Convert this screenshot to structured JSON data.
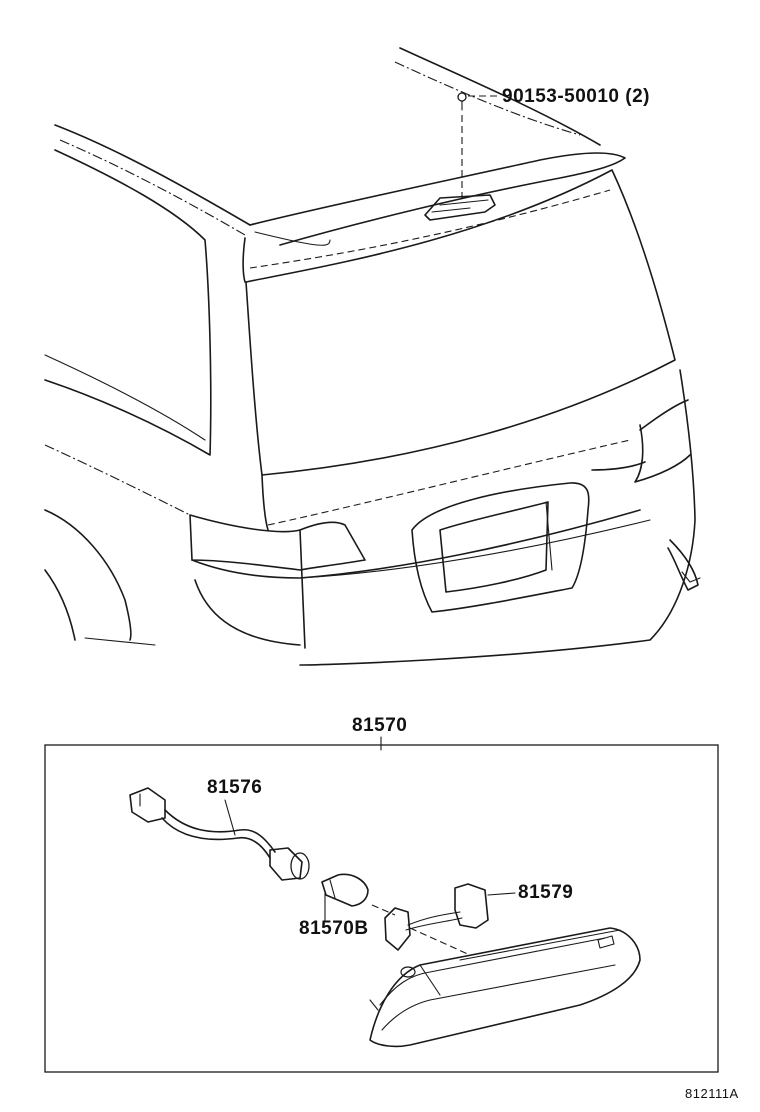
{
  "labels": {
    "screw_part": "90153-50010",
    "screw_qty": "(2)",
    "assembly": "81570",
    "wire_harness": "81576",
    "bulb": "81570B",
    "socket_bracket": "81579"
  },
  "figure_code": "812111A"
}
